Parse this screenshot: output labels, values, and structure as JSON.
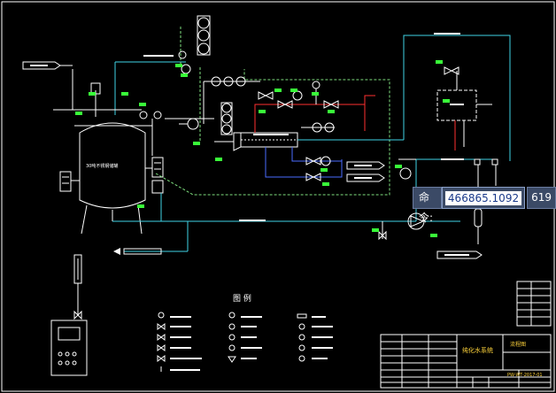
{
  "command_prompt": {
    "label": "命令:",
    "x_value": "466865.1092",
    "y_value": "619"
  },
  "drawing": {
    "tank_label": "30吨不锈钢储罐",
    "legend_title": "图 例",
    "title_block_name_1": "纯化水系统",
    "title_block_name_2": "流程图",
    "title_block_code": "PW-WT-2017-01"
  },
  "colors": {
    "background": "#000000",
    "line_white": "#ffffff",
    "line_cyan": "#3fd3e6",
    "line_green": "#7fe07f",
    "line_red": "#ff3030",
    "line_blue": "#4a6cff",
    "label_green": "#39ff39",
    "prompt_bg": "#3b4a66"
  }
}
